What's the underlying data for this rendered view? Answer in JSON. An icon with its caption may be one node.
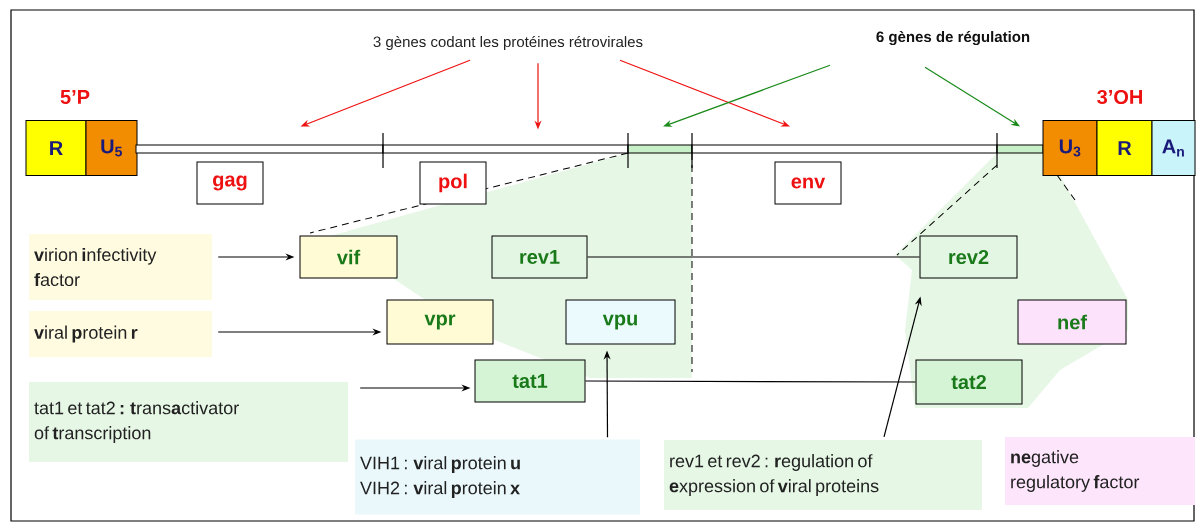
{
  "diagram": {
    "nodes": [
      {
        "text": [
          "3 gènes codant les protéines rétrovirales"
        ]
      },
      {
        "text": [
          "6 gènes de régulation"
        ]
      },
      {
        "text": [
          "R"
        ]
      },
      {
        "text": [
          "U$_{5}$"
        ]
      },
      {
        "text": [],
        "shape": "bar"
      },
      {
        "text": [],
        "shape": "bar"
      },
      {
        "text": [],
        "shape": "bar"
      },
      {
        "text": [],
        "shape": "bar"
      },
      {
        "text": [],
        "shape": "bar"
      },
      {
        "text": [
          "U$_{3}$"
        ]
      },
      {
        "text": [
          "R"
        ]
      },
      {
        "text": [
          "A$_{n}$"
        ]
      },
      {
        "text": [
          "gag"
        ]
      },
      {
        "text": [
          "pol"
        ]
      },
      {
        "text": [
          "env"
        ]
      },
      {
        "text": [
          "vif"
        ]
      },
      {
        "text": [
          "rev1"
        ]
      },
      {
        "text": [
          "vpr"
        ]
      },
      {
        "text": [
          "vpu"
        ]
      },
      {
        "text": [
          "tat1"
        ]
      },
      {
        "text": [
          "rev2"
        ]
      },
      {
        "text": [
          "nef"
        ]
      },
      {
        "text": [
          "tat2"
        ]
      },
      {
        "text": [
          "**v**irion **i**nfectivity **f**actor"
        ]
      },
      {
        "text": [
          "**v**iral **p**rotein **r**"
        ]
      },
      {
        "text": [
          "tat1 et tat2 **:** **t**rans**a**ctivator of **t**ranscription"
        ]
      },
      {
        "text": [
          "VIH1 : **v**iral **p**rotein **u**",
          "VIH2 : **v**iral **p**rotein **x**"
        ]
      },
      {
        "text": [
          "rev1 et rev2 : **r**egulation of **e**xpression of **v**iral proteins"
        ]
      },
      {
        "text": [
          "**ne**gative regulatory **f**actor"
        ]
      }
    ],
    "edges": [
      {
        "from": 0,
        "to": 4,
        "arrow": "to",
        "color": "#ee1111"
      },
      {
        "from": 0,
        "to": 5,
        "arrow": "to",
        "color": "#ee1111"
      },
      {
        "from": 0,
        "to": 7,
        "arrow": "to",
        "color": "#ee1111"
      },
      {
        "from": 1,
        "to": 6,
        "arrow": "to",
        "color": "#1a8a1a"
      },
      {
        "from": 1,
        "to": 8,
        "arrow": "to",
        "color": "#1a8a1a"
      },
      {
        "from": 23,
        "to": 15,
        "arrow": "to"
      },
      {
        "from": 24,
        "to": 17,
        "arrow": "to"
      },
      {
        "from": 25,
        "to": 19,
        "arrow": "to"
      },
      {
        "from": 26,
        "to": 18,
        "arrow": "to"
      },
      {
        "from": 27,
        "to": 20,
        "arrow": "to"
      },
      {
        "from": 16,
        "to": 20,
        "arrow": "none"
      },
      {
        "from": 19,
        "to": 22,
        "arrow": "none"
      }
    ],
    "labels": [
      "5’P",
      "3’OH"
    ]
  }
}
